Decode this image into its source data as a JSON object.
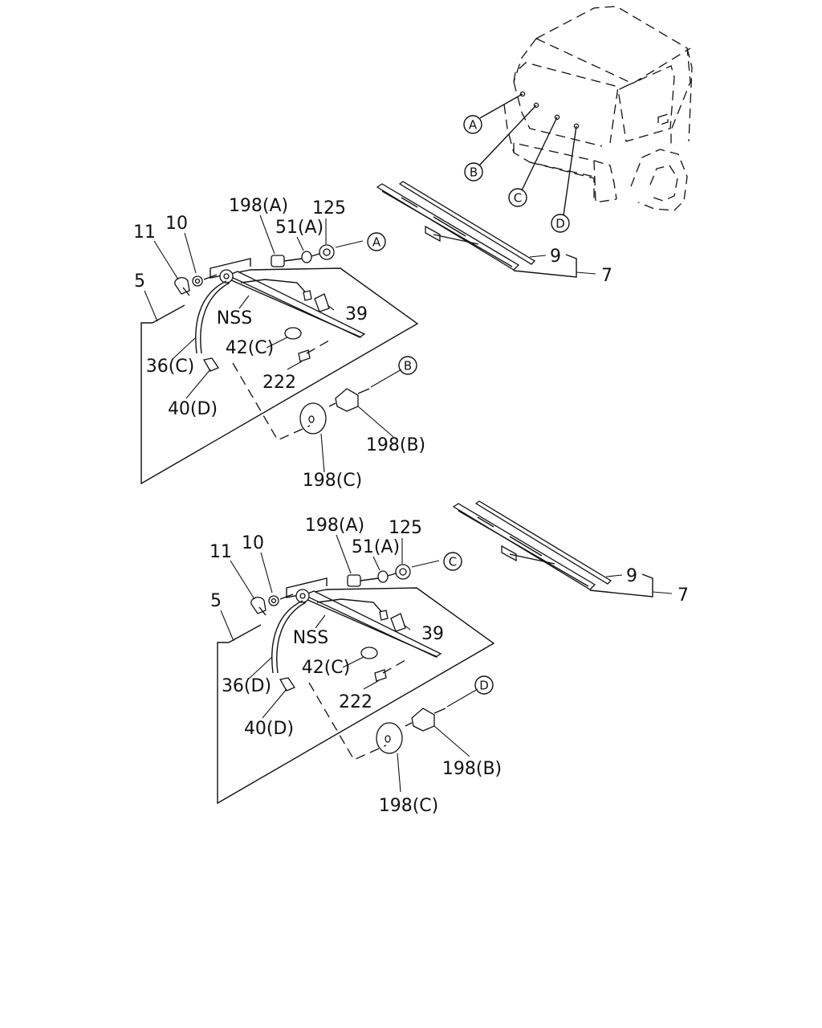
{
  "ref_markers": {
    "a": "A",
    "b": "B",
    "c": "C",
    "d": "D"
  },
  "upper": {
    "l11": "11",
    "l10": "10",
    "l5": "5",
    "l198a": "198(A)",
    "l51a": "51(A)",
    "l125": "125",
    "lnss": "NSS",
    "l39": "39",
    "l36": "36(C)",
    "l42": "42(C)",
    "l222": "222",
    "l40": "40(D)",
    "l198b": "198(B)",
    "l198c": "198(C)",
    "l9": "9",
    "l7": "7"
  },
  "lower": {
    "l11": "11",
    "l10": "10",
    "l5": "5",
    "l198a": "198(A)",
    "l51a": "51(A)",
    "l125": "125",
    "lnss": "NSS",
    "l39": "39",
    "l36": "36(D)",
    "l42": "42(C)",
    "l222": "222",
    "l40": "40(D)",
    "l198b": "198(B)",
    "l198c": "198(C)",
    "l9": "9",
    "l7": "7"
  }
}
